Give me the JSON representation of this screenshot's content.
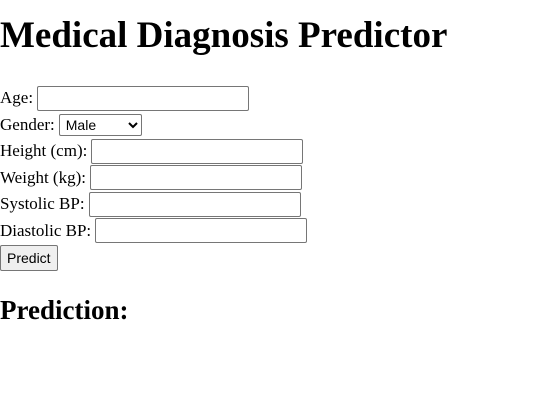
{
  "page": {
    "title": "Medical Diagnosis Predictor"
  },
  "form": {
    "age_label": "Age:",
    "age_value": "",
    "gender_label": "Gender:",
    "gender_selected": "Male",
    "gender_options": [
      "Male"
    ],
    "height_label": "Height (cm):",
    "height_value": "",
    "weight_label": "Weight (kg):",
    "weight_value": "",
    "systolic_label": "Systolic BP:",
    "systolic_value": "",
    "diastolic_label": "Diastolic BP:",
    "diastolic_value": "",
    "predict_label": "Predict"
  },
  "result": {
    "heading": "Prediction:",
    "value": ""
  }
}
